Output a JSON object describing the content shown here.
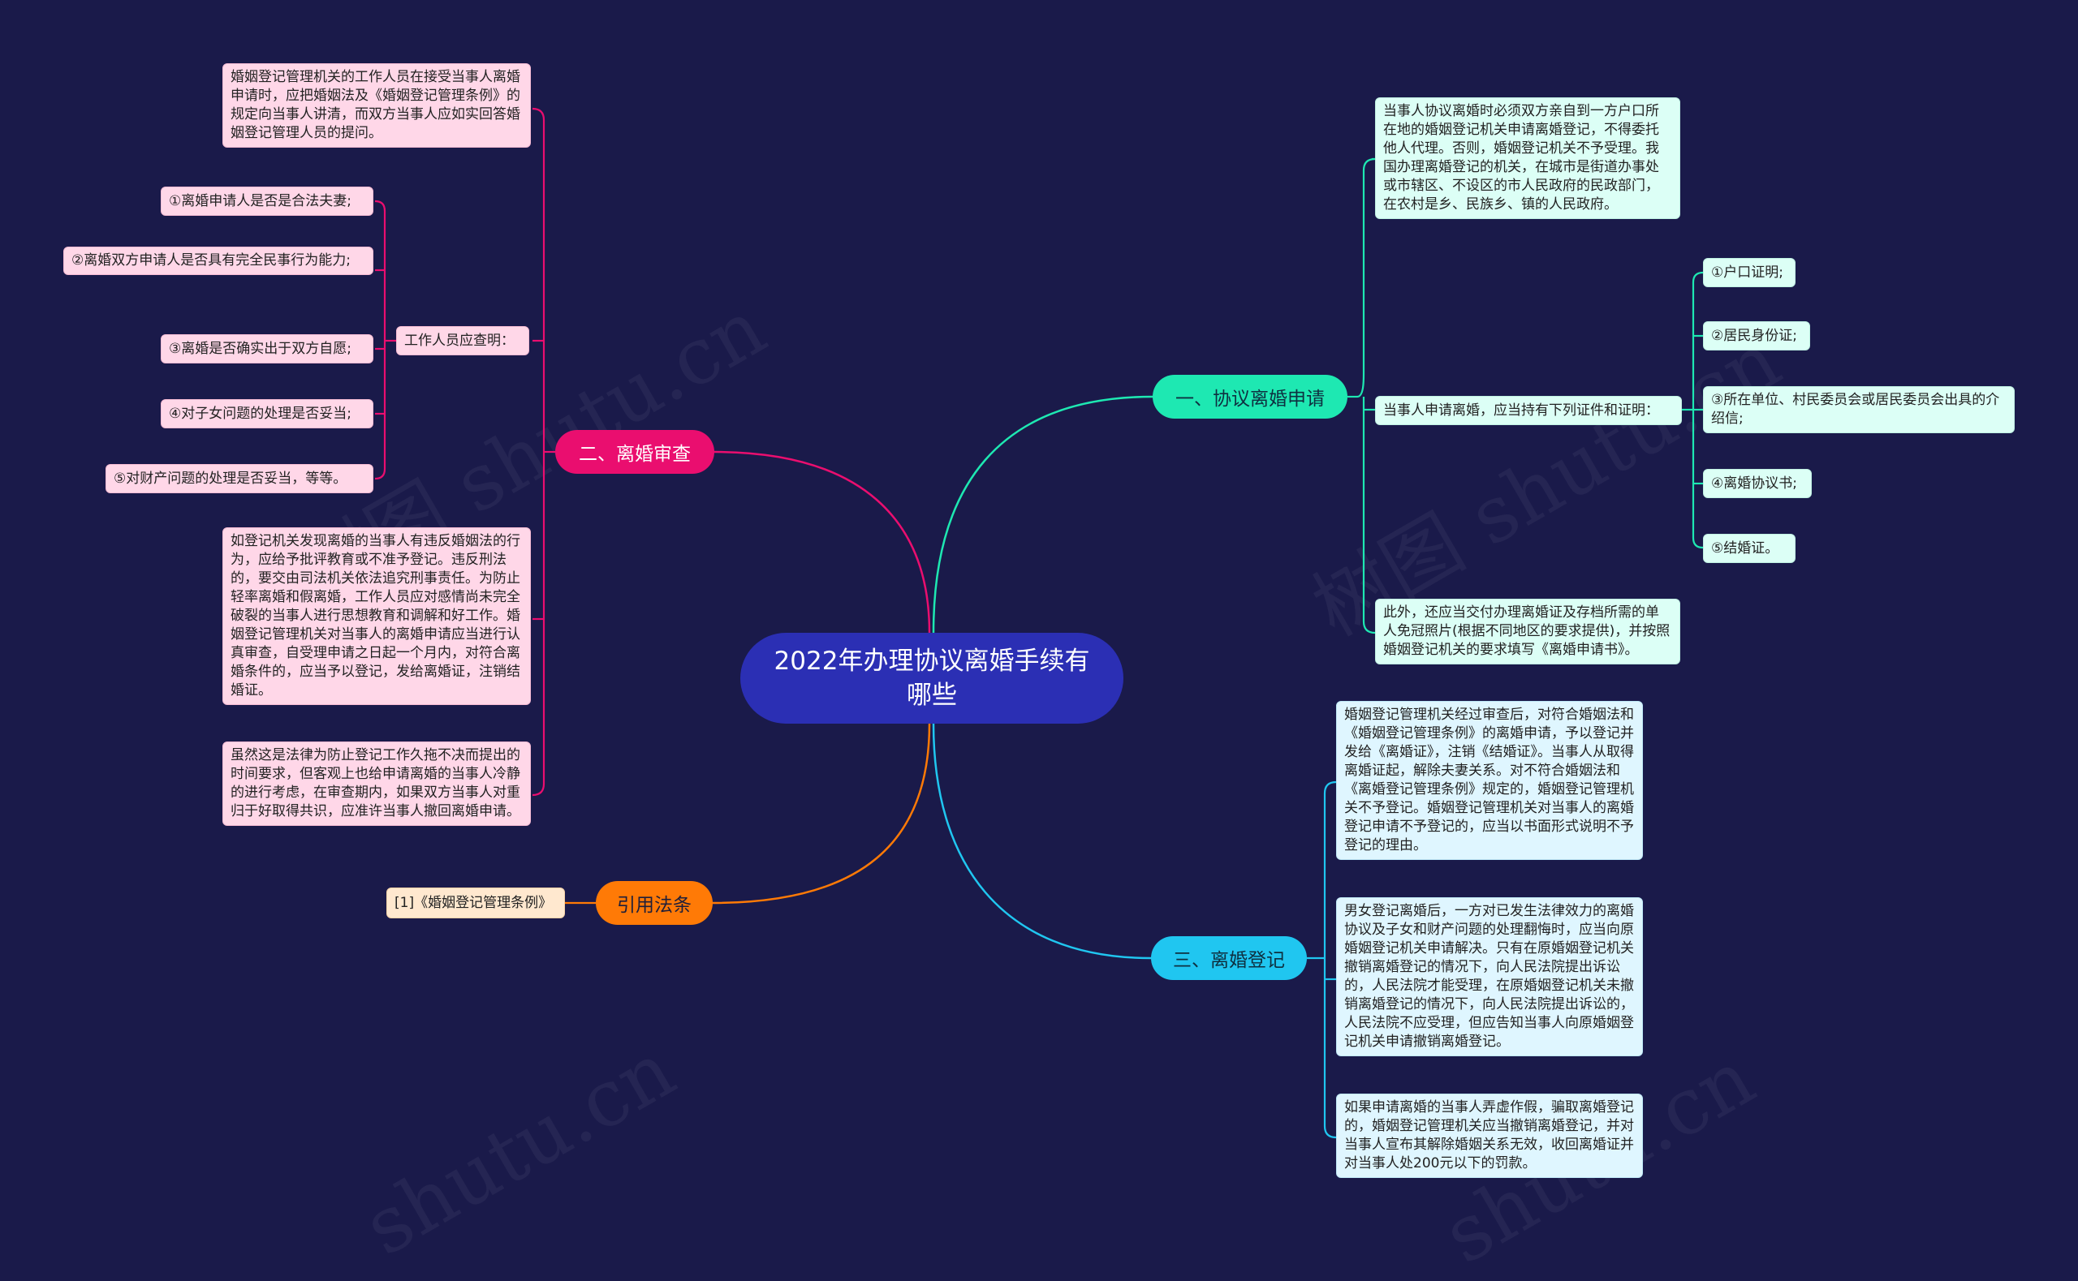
{
  "root": {
    "title": "2022年办理协议离婚手续有哪些"
  },
  "branches": {
    "apply": {
      "label": "一、协议离婚申请",
      "intro": "当事人协议离婚时必须双方亲自到一方户口所在地的婚姻登记机关申请离婚登记，不得委托他人代理。否则，婚姻登记机关不予受理。我国办理离婚登记的机关，在城市是街道办事处或市辖区、不设区的市人民政府的民政部门，在农村是乡、民族乡、镇的人民政府。",
      "docs_label": "当事人申请离婚，应当持有下列证件和证明：",
      "docs": [
        "①户口证明;",
        "②居民身份证;",
        "③所在单位、村民委员会或居民委员会出具的介绍信;",
        "④离婚协议书;",
        "⑤结婚证。"
      ],
      "extra": "此外，还应当交付办理离婚证及存档所需的单人免冠照片(根据不同地区的要求提供)，并按照婚姻登记机关的要求填写《离婚申请书》。"
    },
    "review": {
      "label": "二、离婚审查",
      "intro": "婚姻登记管理机关的工作人员在接受当事人离婚申请时，应把婚姻法及《婚姻登记管理条例》的规定向当事人讲清，而双方当事人应如实回答婚姻登记管理人员的提问。",
      "check_label": "工作人员应查明：",
      "checks": [
        "①离婚申请人是否是合法夫妻;",
        "②离婚双方申请人是否具有完全民事行为能力;",
        "③离婚是否确实出于双方自愿;",
        "④对子女问题的处理是否妥当;",
        "⑤对财产问题的处理是否妥当，等等。"
      ],
      "para1": "如登记机关发现离婚的当事人有违反婚姻法的行为，应给予批评教育或不准予登记。违反刑法的，要交由司法机关依法追究刑事责任。为防止轻率离婚和假离婚，工作人员应对感情尚未完全破裂的当事人进行思想教育和调解和好工作。婚姻登记管理机关对当事人的离婚申请应当进行认真审查，自受理申请之日起一个月内，对符合离婚条件的，应当予以登记，发给离婚证，注销结婚证。",
      "para2": "虽然这是法律为防止登记工作久拖不决而提出的时间要求，但客观上也给申请离婚的当事人冷静的进行考虑，在审查期内，如果双方当事人对重归于好取得共识，应准许当事人撤回离婚申请。"
    },
    "register": {
      "label": "三、离婚登记",
      "para1": "婚姻登记管理机关经过审查后，对符合婚姻法和《婚姻登记管理条例》的离婚申请，予以登记并发给《离婚证》，注销《结婚证》。当事人从取得离婚证起，解除夫妻关系。对不符合婚姻法和《离婚登记管理条例》规定的，婚姻登记管理机关不予登记。婚姻登记管理机关对当事人的离婚登记申请不予登记的，应当以书面形式说明不予登记的理由。",
      "para2": "男女登记离婚后，一方对已发生法律效力的离婚协议及子女和财产问题的处理翻悔时，应当向原婚姻登记机关申请解决。只有在原婚姻登记机关撤销离婚登记的情况下，向人民法院提出诉讼的，人民法院才能受理，在原婚姻登记机关未撤销离婚登记的情况下，向人民法院提出诉讼的，人民法院不应受理，但应告知当事人向原婚姻登记机关申请撤销离婚登记。",
      "para3": "如果申请离婚的当事人弄虚作假，骗取离婚登记的，婚姻登记管理机关应当撤销离婚登记，并对当事人宣布其解除婚姻关系无效，收回离婚证并对当事人处200元以下的罚款。"
    },
    "law": {
      "label": "引用法条",
      "ref": "[1]《婚姻登记管理条例》"
    }
  },
  "colors": {
    "background": "#1a1a4a",
    "root": "#2b2fb4",
    "apply": "#1ee8b2",
    "review": "#ea0e6f",
    "register": "#20c6f0",
    "law": "#ff7a06"
  },
  "watermark": [
    "树图 shutu.cn",
    "树图 shutu.cn",
    "shutu.cn",
    "shutu.cn"
  ]
}
